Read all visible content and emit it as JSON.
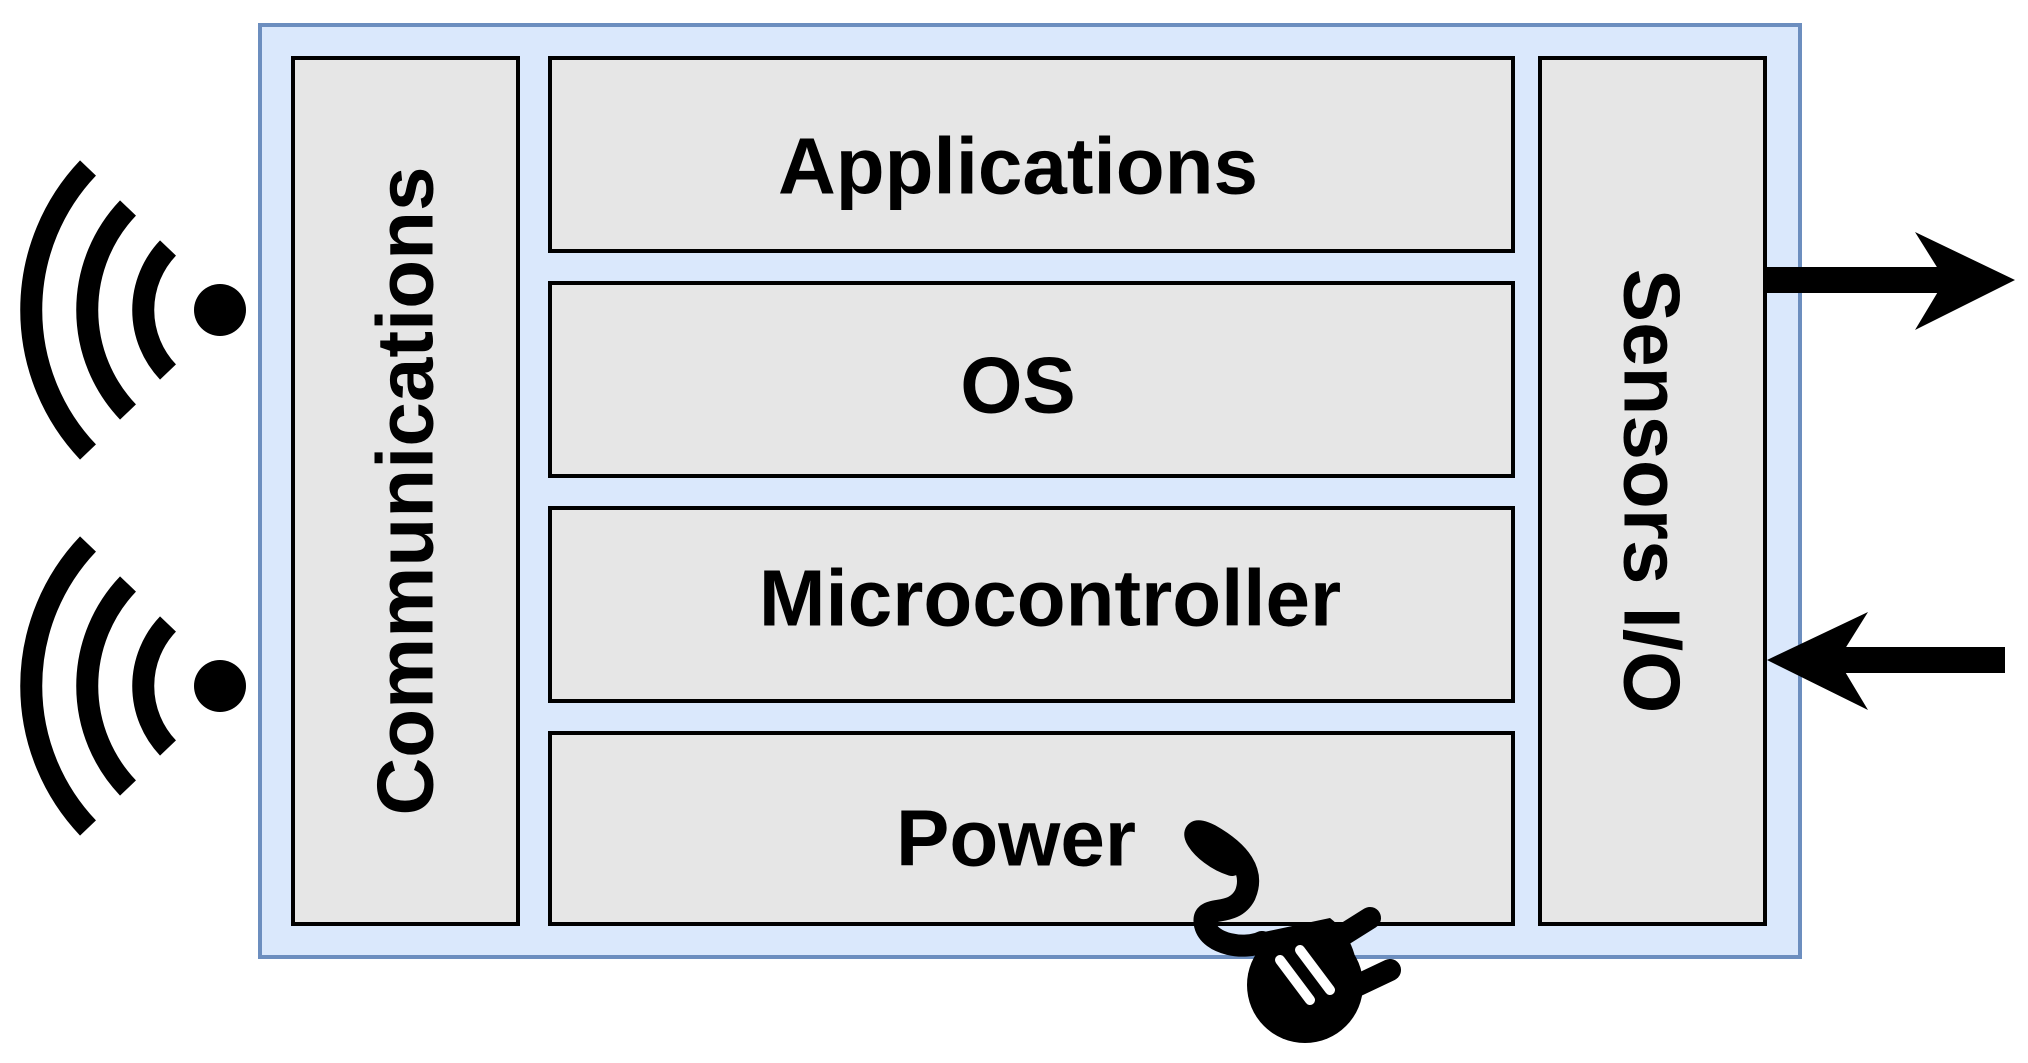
{
  "diagram": {
    "blocks": {
      "applications": "Applications",
      "os": "OS",
      "microcontroller": "Microcontroller",
      "power": "Power",
      "communications": "Communications",
      "sensors_io": "Sensors I/O"
    },
    "icons": {
      "wireless_top": "wireless-signal-icon",
      "wireless_bottom": "wireless-signal-icon",
      "power_plug": "power-plug-icon",
      "output_arrow": "arrow-right-icon",
      "input_arrow": "arrow-left-icon"
    },
    "colors": {
      "outer_fill": "#dae8fc",
      "outer_stroke": "#6c8ebf",
      "block_fill": "#e6e6e6",
      "block_stroke": "#000000",
      "ink": "#000000"
    }
  }
}
